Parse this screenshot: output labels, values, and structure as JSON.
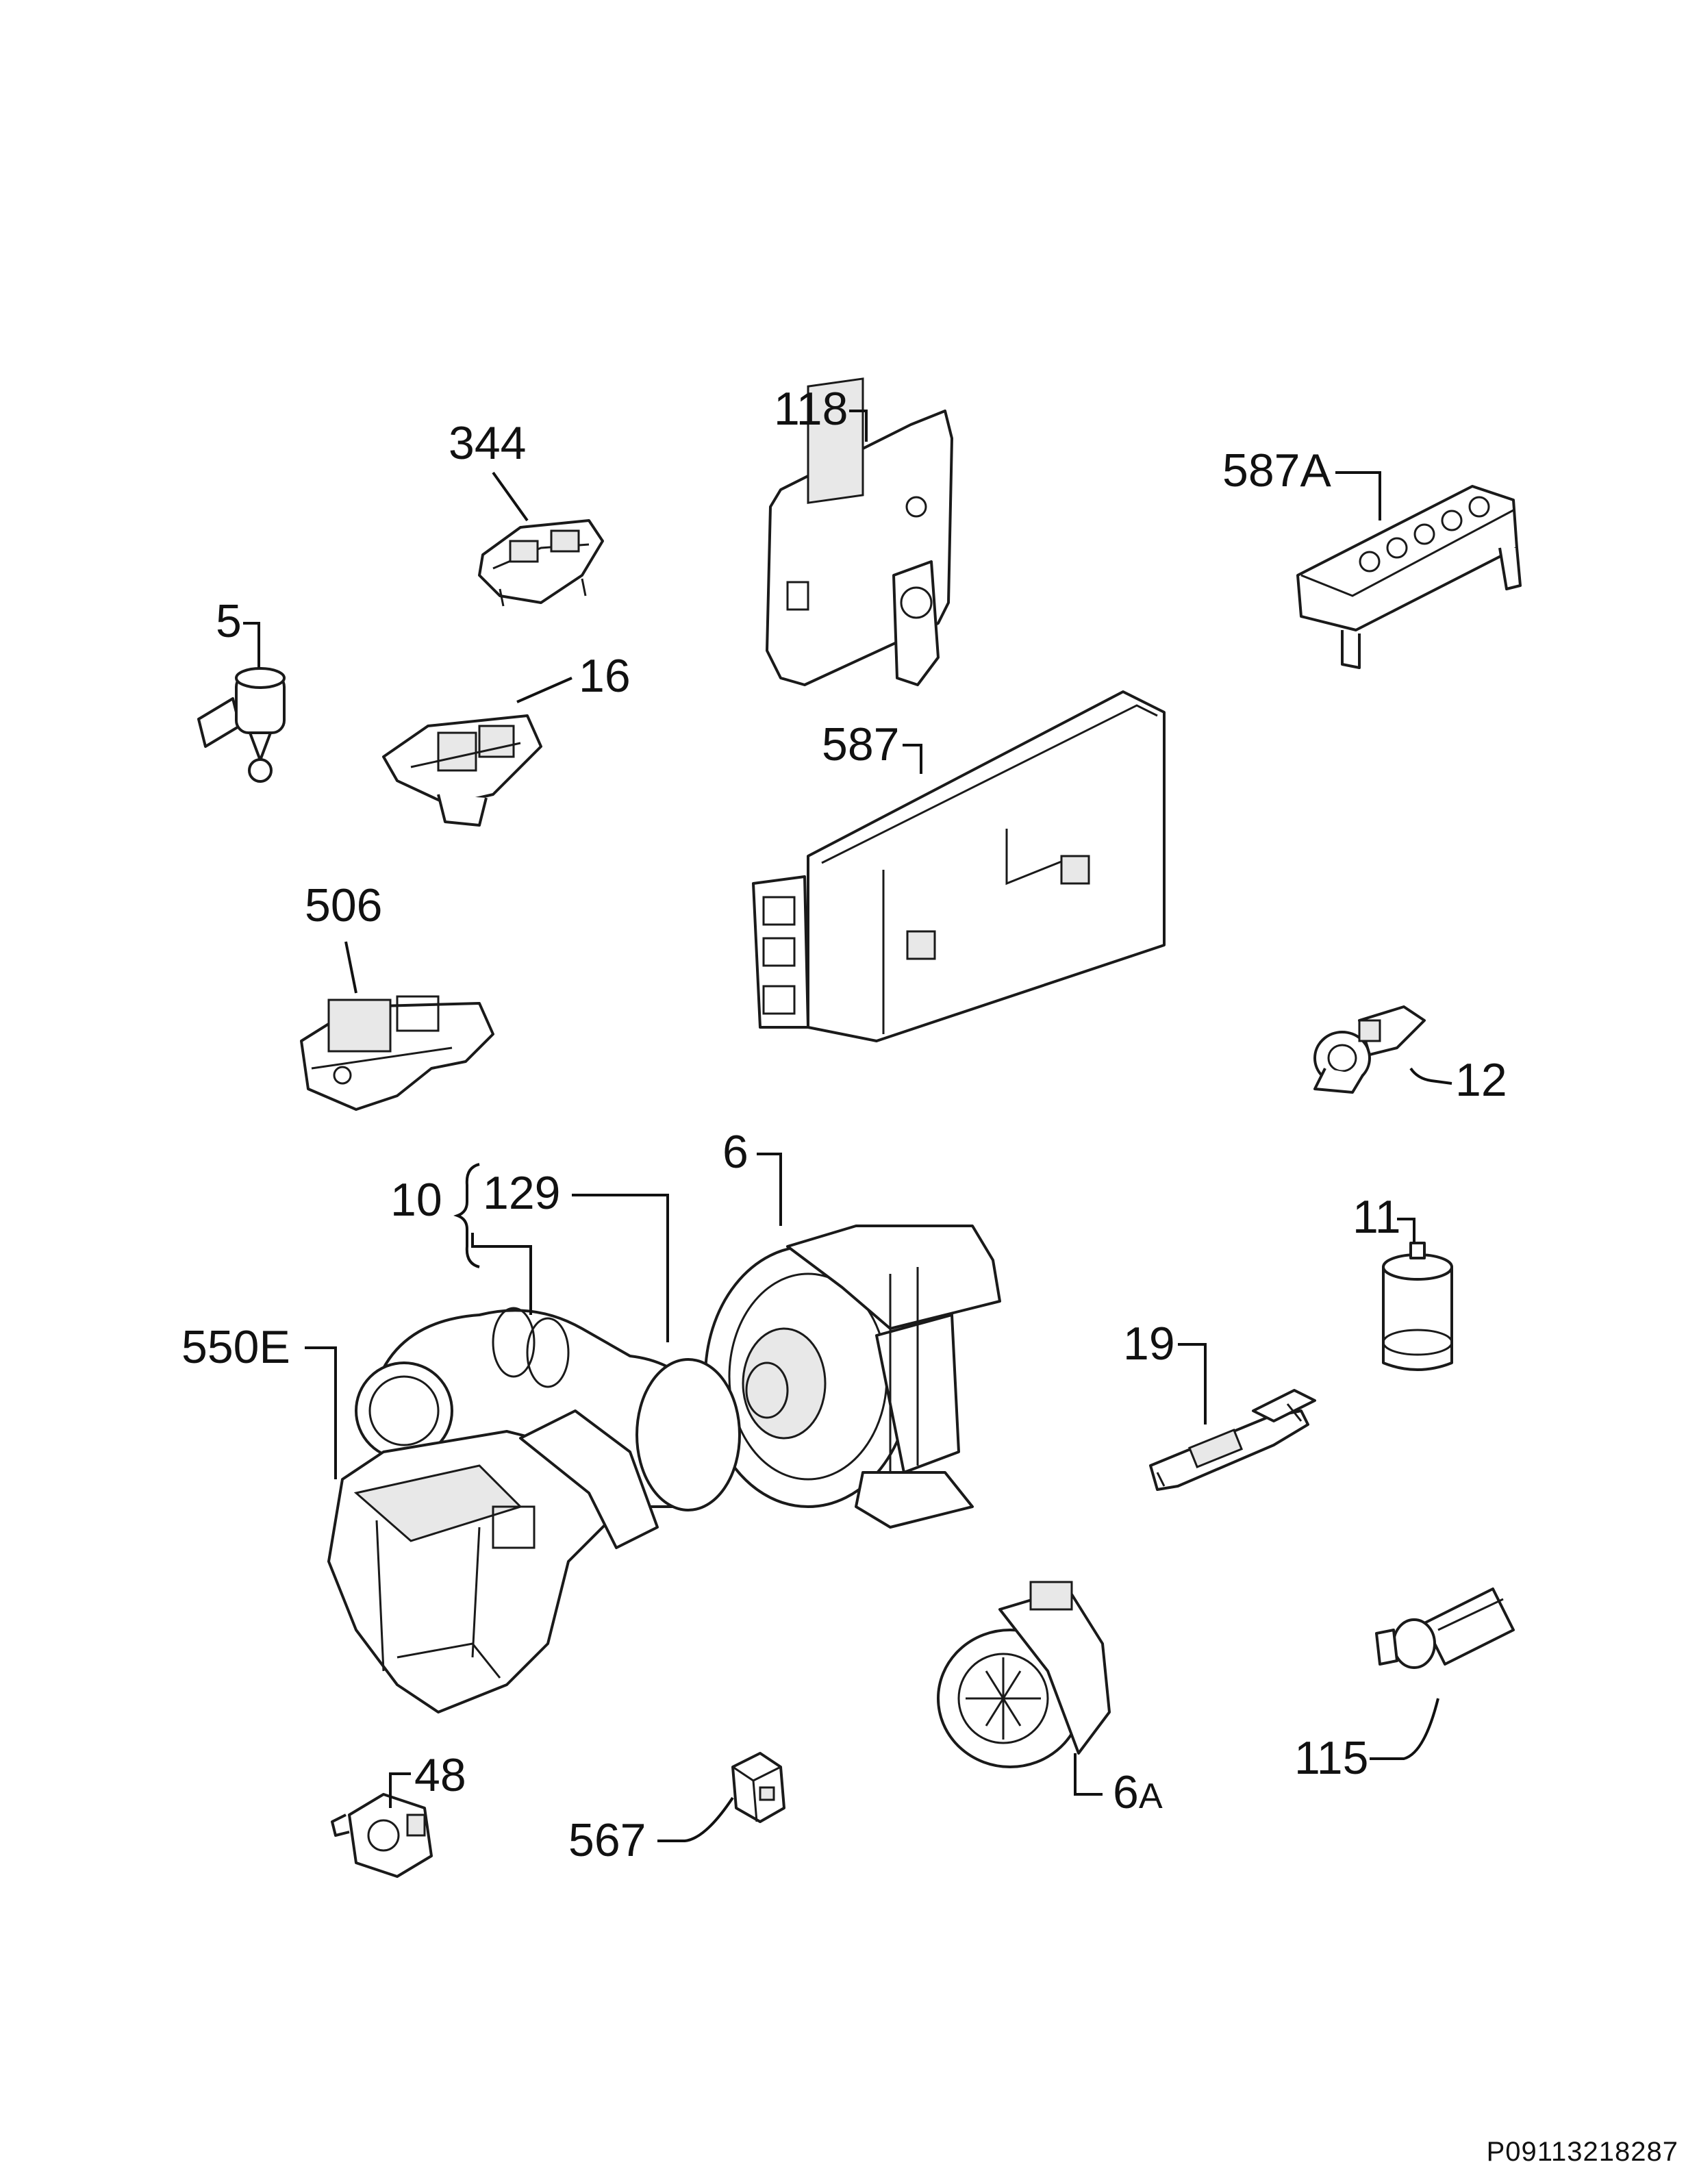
{
  "diagram": {
    "labels": {
      "l344": "344",
      "l118": "118",
      "l587A": "587A",
      "l5": "5",
      "l16": "16",
      "l587": "587",
      "l506": "506",
      "l12": "12",
      "l6": "6",
      "l10": "10",
      "l129": "129",
      "l11": "11",
      "l550E": "550E",
      "l19": "19",
      "l115": "115",
      "l6A_num": "6",
      "l6A_letter": "A",
      "l48": "48",
      "l567": "567"
    },
    "document_code": "P09113218287"
  }
}
